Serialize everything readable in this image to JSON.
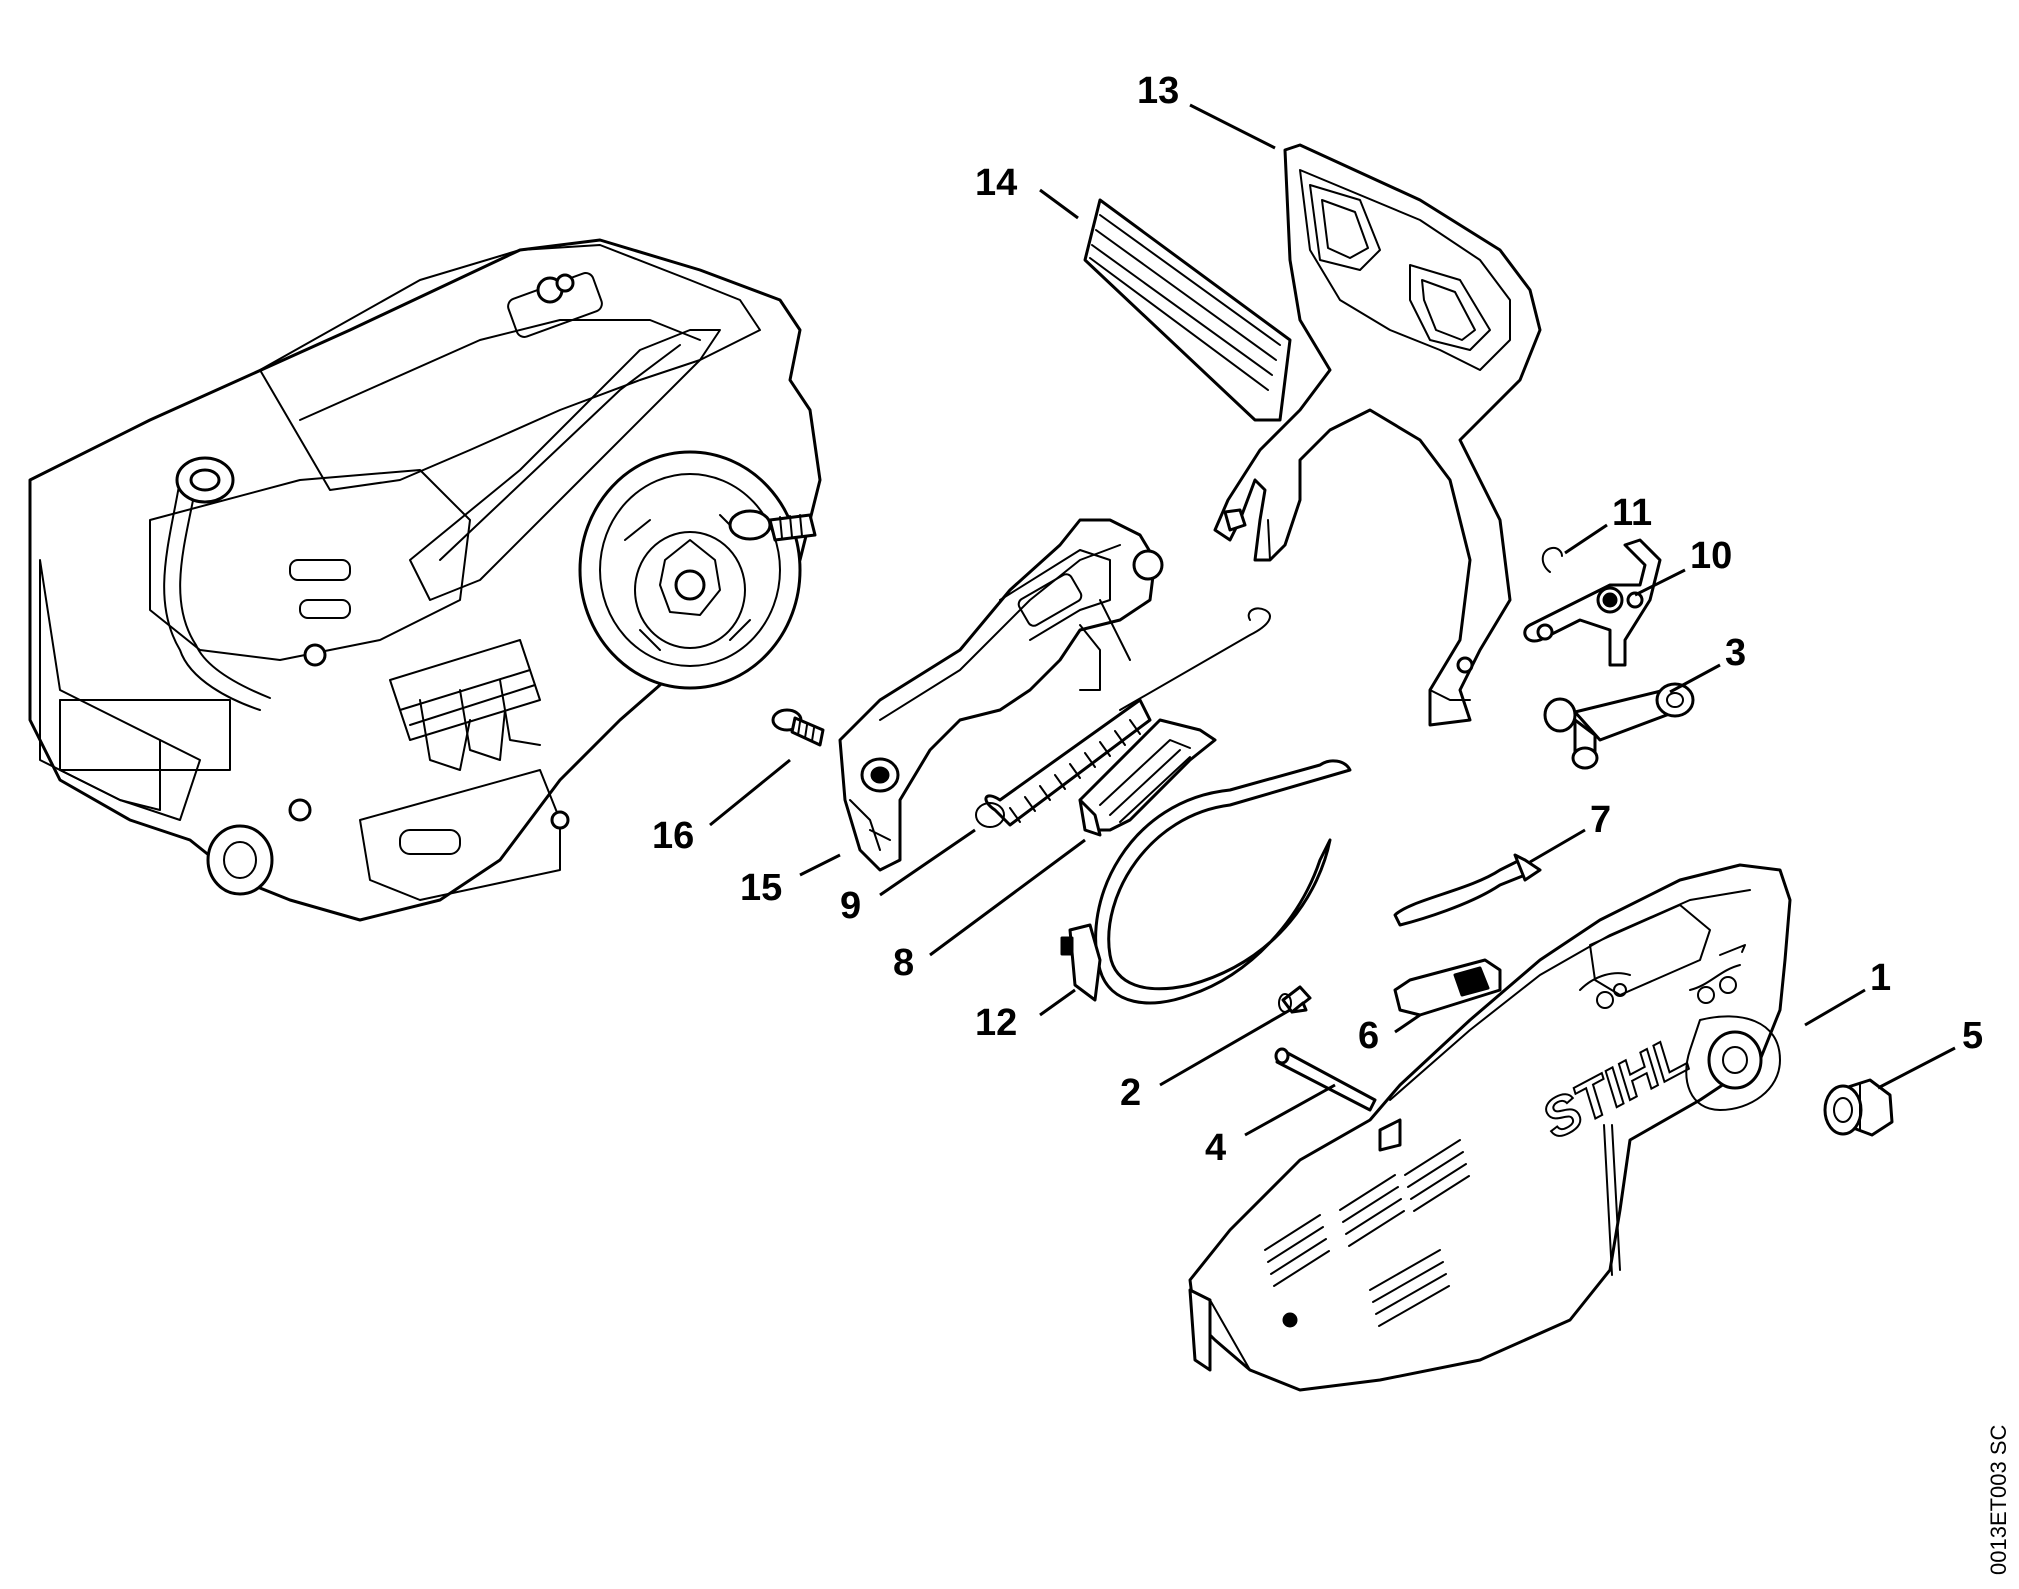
{
  "figure": {
    "reference_code": "0013ET003 SC",
    "brand_logo": "STIHL"
  },
  "parts": [
    {
      "id": "p1",
      "number": "1"
    },
    {
      "id": "p2",
      "number": "2"
    },
    {
      "id": "p3",
      "number": "3"
    },
    {
      "id": "p4",
      "number": "4"
    },
    {
      "id": "p5",
      "number": "5"
    },
    {
      "id": "p6",
      "number": "6"
    },
    {
      "id": "p7",
      "number": "7"
    },
    {
      "id": "p8",
      "number": "8"
    },
    {
      "id": "p9",
      "number": "9"
    },
    {
      "id": "p10",
      "number": "10"
    },
    {
      "id": "p11",
      "number": "11"
    },
    {
      "id": "p12",
      "number": "12"
    },
    {
      "id": "p13",
      "number": "13"
    },
    {
      "id": "p14",
      "number": "14"
    },
    {
      "id": "p15",
      "number": "15"
    },
    {
      "id": "p16",
      "number": "16"
    }
  ]
}
